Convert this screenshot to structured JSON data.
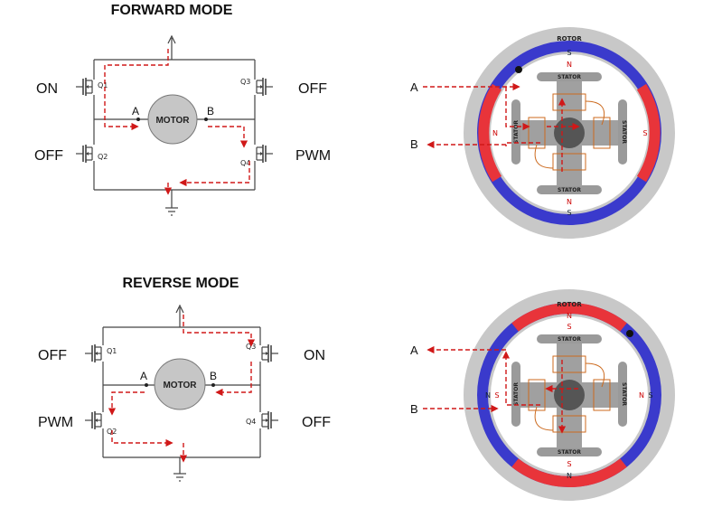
{
  "forward": {
    "title": "FORWARD MODE",
    "q1": {
      "label": "Q1",
      "state": "ON"
    },
    "q2": {
      "label": "Q2",
      "state": "OFF"
    },
    "q3": {
      "label": "Q3",
      "state": "OFF"
    },
    "q4": {
      "label": "Q4",
      "state": "PWM"
    },
    "node_a": "A",
    "node_b": "B",
    "motor_label": "MOTOR",
    "rotor": {
      "label": "ROTOR",
      "poles": {
        "top_outer": "S",
        "top_inner": "N",
        "bottom_inner": "N",
        "bottom_outer": "S",
        "left_inner": "N",
        "right_inner": "S"
      },
      "stator_label": "STATOR"
    },
    "terminal_a": "A",
    "terminal_b": "B"
  },
  "reverse": {
    "title": "REVERSE MODE",
    "q1": {
      "label": "Q1",
      "state": "OFF"
    },
    "q2": {
      "label": "Q2",
      "state": "PWM"
    },
    "q3": {
      "label": "Q3",
      "state": "ON"
    },
    "q4": {
      "label": "Q4",
      "state": "OFF"
    },
    "node_a": "A",
    "node_b": "B",
    "motor_label": "MOTOR",
    "rotor": {
      "label": "ROTOR",
      "poles": {
        "top_outer": "N",
        "top_inner": "S",
        "bottom_inner": "S",
        "bottom_outer": "N",
        "left_outer": "N",
        "left_inner": "S",
        "right_inner": "N",
        "right_outer": "S"
      },
      "stator_label": "STATOR"
    },
    "terminal_a": "A",
    "terminal_b": "B"
  },
  "colors": {
    "rotor_north": "#e8343a",
    "rotor_south": "#3a3acc",
    "current_flow": "#d01818",
    "housing": "#c8c8c8",
    "stator": "#9a9a9a",
    "coil": "#cc6a1e"
  }
}
